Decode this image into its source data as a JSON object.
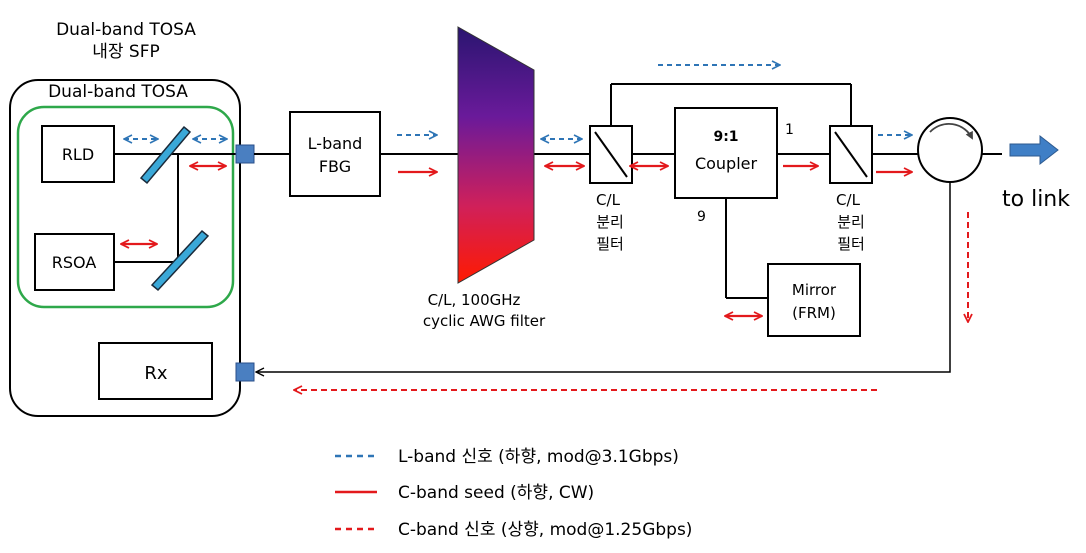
{
  "sfp": {
    "title_line1": "Dual-band TOSA",
    "title_line2": "내장 SFP",
    "tosa_label": "Dual-band TOSA",
    "rld": "RLD",
    "rsoa": "RSOA",
    "rx": "Rx"
  },
  "fbg": {
    "line1": "L-band",
    "line2": "FBG"
  },
  "awg": {
    "line1": "C/L, 100GHz",
    "line2": "cyclic AWG filter"
  },
  "filter1": {
    "line1": "C/L",
    "line2": "분리",
    "line3": "필터"
  },
  "filter2": {
    "line1": "C/L",
    "line2": "분리",
    "line3": "필터"
  },
  "coupler": {
    "line1": "9:1",
    "line2": "Coupler",
    "port1": "1",
    "port9": "9"
  },
  "mirror": {
    "line1": "Mirror",
    "line2": "(FRM)"
  },
  "output": {
    "label": "to link"
  },
  "legend": {
    "items": [
      {
        "label": "L-band 신호 (하향, mod@3.1Gbps)",
        "color": "#2e75b6",
        "style": "dashed"
      },
      {
        "label": "C-band seed (하향, CW)",
        "color": "#e3191c",
        "style": "solid"
      },
      {
        "label": "C-band 신호 (상향, mod@1.25Gbps)",
        "color": "#e3191c",
        "style": "dashed"
      }
    ]
  },
  "colors": {
    "l_band": "#2e75b6",
    "c_band": "#e3191c",
    "tosa_outline": "#2ea84a",
    "mirror_fill": "#3aa8d8",
    "port_fill": "#4a7fc1",
    "awg_top": "#2a1570",
    "awg_bottom": "#ff1a00"
  }
}
